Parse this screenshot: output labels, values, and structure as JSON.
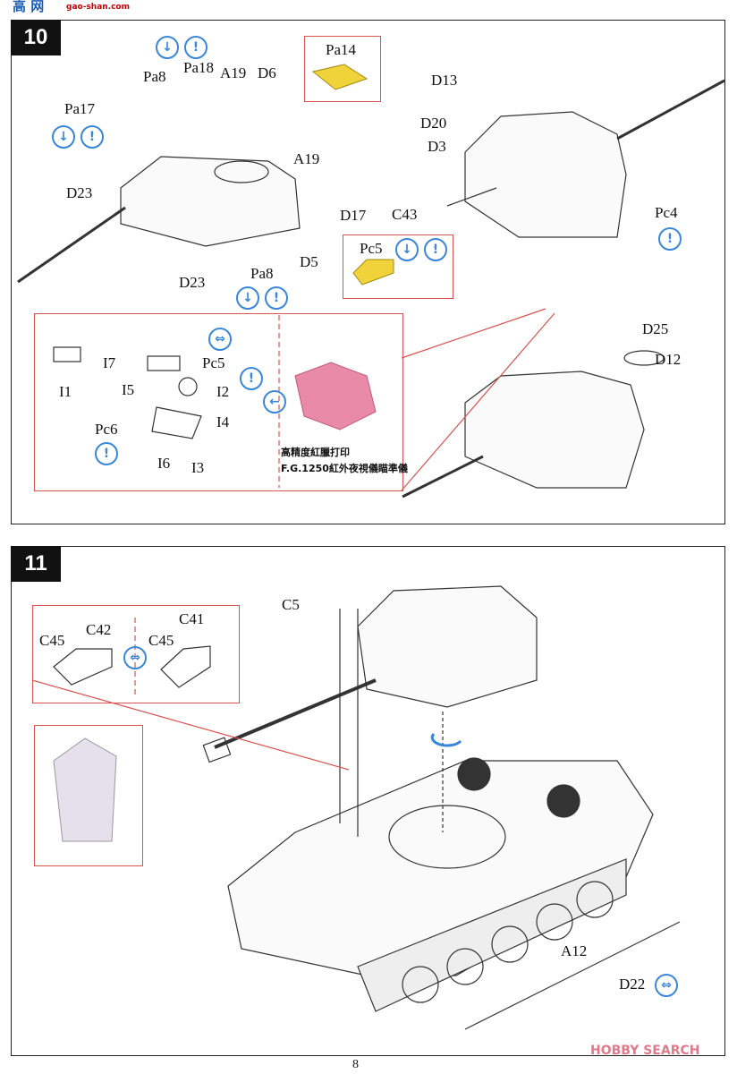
{
  "watermark_top": {
    "line1": "高 网",
    "line2": "gao-shan.com"
  },
  "step10": {
    "number": "10",
    "labels": [
      "Pa8",
      "Pa18",
      "A19",
      "D6",
      "Pa17",
      "A19",
      "D23",
      "D17",
      "D5",
      "D23",
      "Pa8",
      "Pa14",
      "D13",
      "D20",
      "D3",
      "C43",
      "Pc4",
      "Pc5",
      "D25",
      "D12"
    ],
    "inset_labels": [
      "I7",
      "Pc5",
      "I1",
      "I5",
      "I2",
      "I4",
      "Pc6",
      "I6",
      "I3"
    ],
    "note": {
      "line1": "高精度紅臘打印",
      "line2": "F.G.1250紅外夜視儀瞄準儀"
    }
  },
  "step11": {
    "number": "11",
    "labels": [
      "C5",
      "C45",
      "C42",
      "C45",
      "C41",
      "A12",
      "D22"
    ]
  },
  "icons": [
    "arrow-down-icon",
    "glue-icon",
    "both-sides-icon",
    "rotate-icon"
  ],
  "watermark_bottom": "HOBBY SEARCH",
  "page_number": "8"
}
